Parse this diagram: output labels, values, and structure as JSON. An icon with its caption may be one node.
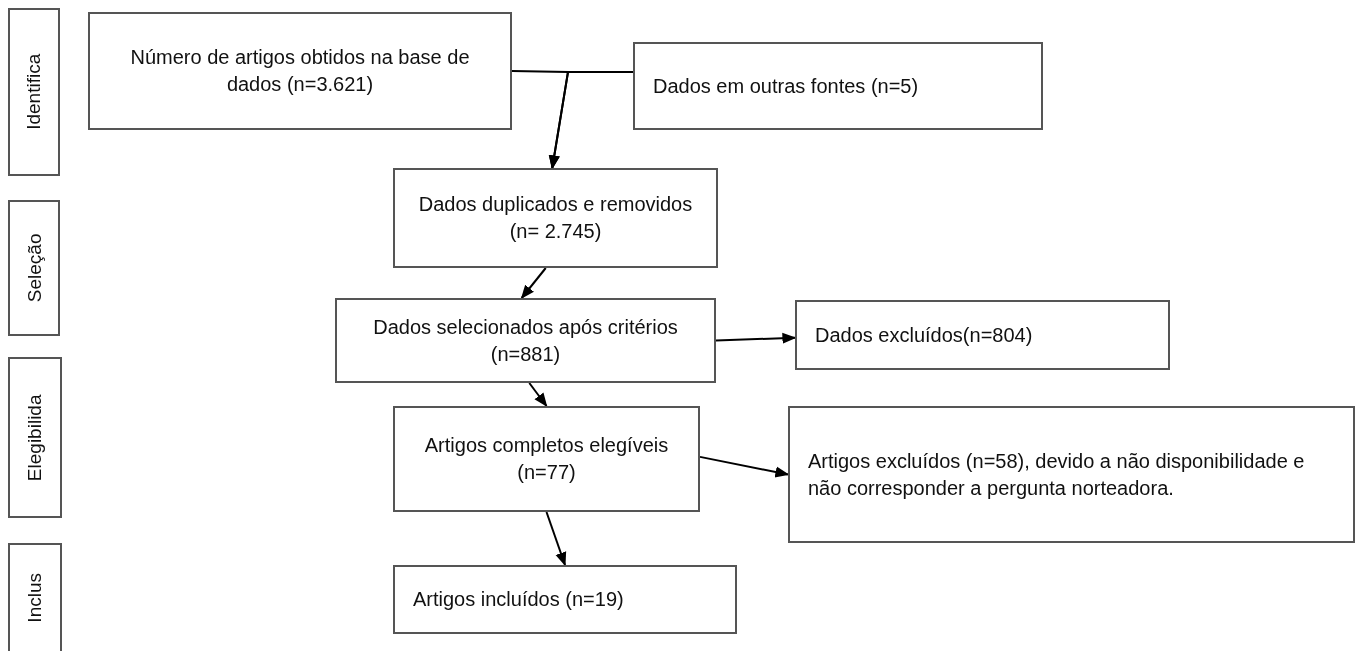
{
  "diagram": {
    "nodes": [
      {
        "text": [
          "Identifica"
        ]
      },
      {
        "text": [
          "Seleção"
        ]
      },
      {
        "text": [
          "Elegibilida"
        ]
      },
      {
        "text": [
          "Inclus"
        ]
      },
      {
        "text": [
          "Número de artigos obtidos na base de dados (n=3.621)"
        ]
      },
      {
        "text": [
          "Dados em outras fontes (n=5)"
        ]
      },
      {
        "text": [
          "Dados duplicados e removidos (n= 2.745)"
        ]
      },
      {
        "text": [
          "Dados selecionados após critérios (n=881)"
        ]
      },
      {
        "text": [
          "Dados excluídos(n=804)"
        ]
      },
      {
        "text": [
          "Artigos completos elegíveis (n=77)"
        ]
      },
      {
        "text": [
          "Artigos excluídos (n=58), devido a não disponibilidade e não corresponder a pergunta norteadora."
        ]
      },
      {
        "text": [
          "Artigos incluídos  (n=19)"
        ]
      }
    ],
    "edges": [
      {
        "from": 4,
        "to": 6,
        "arrow": "to"
      },
      {
        "from": 5,
        "to": 6,
        "arrow": "to"
      },
      {
        "from": 6,
        "to": 7,
        "arrow": "to"
      },
      {
        "from": 7,
        "to": 8,
        "arrow": "to"
      },
      {
        "from": 7,
        "to": 9,
        "arrow": "to"
      },
      {
        "from": 9,
        "to": 10,
        "arrow": "to"
      },
      {
        "from": 9,
        "to": 11,
        "arrow": "to"
      }
    ]
  }
}
